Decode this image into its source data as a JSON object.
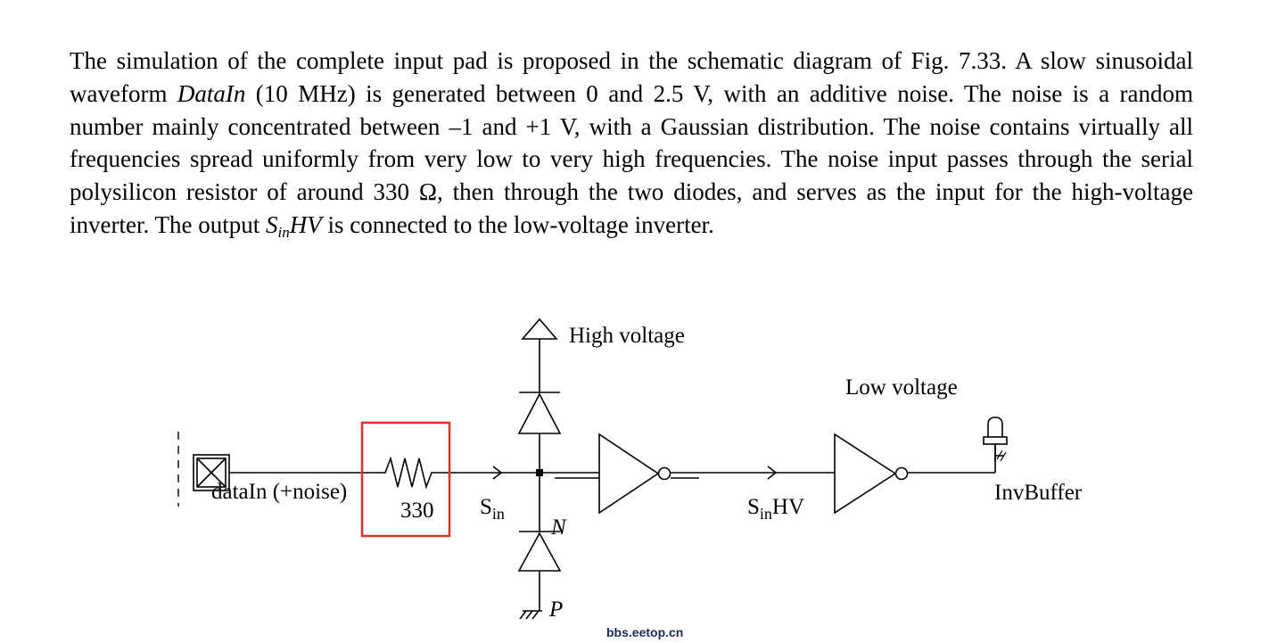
{
  "paragraph": {
    "s1": "The simulation of the complete input pad is proposed in the schematic diagram of Fig. 7.33. A slow sinusoidal waveform ",
    "datain_italic": "DataIn",
    "s2": " (10 MHz) is generated between 0 and 2.5 V, with an additive noise. The noise is a random number mainly concentrated between –1 and +1 V, with a Gaussian distribution. The noise contains virtually all frequencies spread uniformly from very low to very high frequencies. The noise input passes through the serial polysilicon resistor of around 330 Ω, then through the two diodes, and serves as the input for the high-voltage inverter. The output ",
    "sinhv_s": "S",
    "sinhv_sub": "in",
    "sinhv_hv": "HV",
    "s3": " is connected to the low-voltage inverter."
  },
  "schematic": {
    "high_voltage_label": "High voltage",
    "low_voltage_label": "Low voltage",
    "datain_label": "dataIn (+noise)",
    "resistor_value": "330",
    "sin_s": "S",
    "sin_sub": "in",
    "node_n": "N",
    "node_p": "P",
    "sinhv_s": "S",
    "sinhv_sub": "in",
    "sinhv_hv": "HV",
    "invbuffer_label": "InvBuffer",
    "highlight_color": "#e03030"
  },
  "watermark": "bbs.eetop.cn"
}
